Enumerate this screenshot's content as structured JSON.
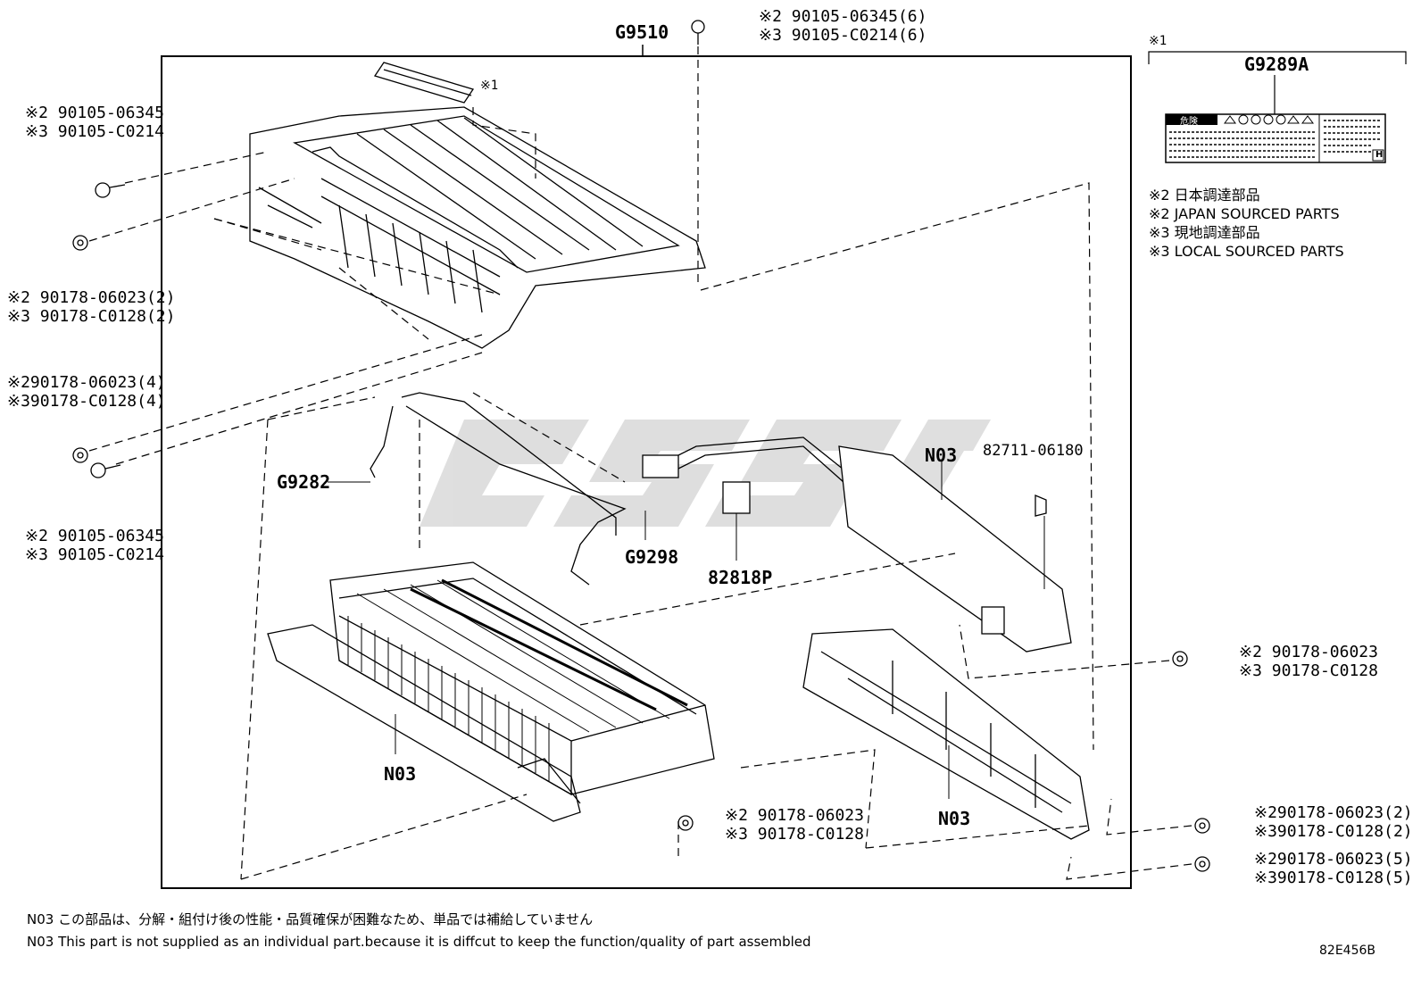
{
  "main_part": "G9510",
  "top_bolt": {
    "line1": "※2 90105-06345(6)",
    "line2": "※3 90105-C0214(6)"
  },
  "marker_1": "※1",
  "left_labels": {
    "bolt_upper": {
      "line1": "※2 90105-06345",
      "line2": "※3 90105-C0214"
    },
    "nut_2": {
      "line1": "※2 90178-06023(2)",
      "line2": "※3 90178-C0128(2)"
    },
    "nut_4": {
      "line1": "※290178-06023(4)",
      "line2": "※390178-C0128(4)"
    },
    "bolt_lower": {
      "line1": "※2 90105-06345",
      "line2": "※3 90105-C0214"
    }
  },
  "parts": {
    "wire_harness": "G9282",
    "connector": "G9298",
    "clamp": "82818P",
    "sensor": "82711-06180",
    "n03_upper": "N03",
    "n03_battery": "N03",
    "n03_bracket": "N03"
  },
  "right_nut_single": {
    "line1": "※2 90178-06023",
    "line2": "※3 90178-C0128"
  },
  "bottom_nut": {
    "line1": "※2 90178-06023",
    "line2": "※3 90178-C0128"
  },
  "right_nut_2": {
    "line1": "※290178-06023(2)",
    "line2": "※390178-C0128(2)"
  },
  "right_nut_5": {
    "line1": "※290178-06023(5)",
    "line2": "※390178-C0128(5)"
  },
  "label_panel": {
    "marker": "※1",
    "part": "G9289A",
    "warning_text": "危険",
    "side_letter": "H"
  },
  "legend": [
    "※2 日本調達部品",
    "※2 JAPAN SOURCED PARTS",
    "※3 現地調達部品",
    "※3 LOCAL SOURCED PARTS"
  ],
  "footnote": {
    "jp": "N03 この部品は、分解・組付け後の性能・品質確保が困難なため、単品では補給していません",
    "en": "N03 This part is not supplied as an  individual part.because it is diffcut to keep the function/quality of part assembled"
  },
  "drawing_id": "82E456B"
}
